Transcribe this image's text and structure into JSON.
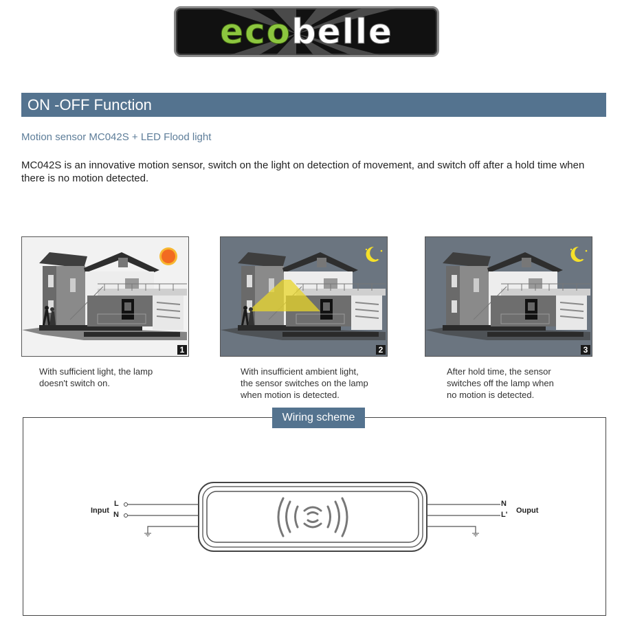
{
  "logo": {
    "part1": "eco",
    "part2": "belle"
  },
  "section": {
    "title": "ON -OFF Function"
  },
  "subtitle": "Motion sensor MC042S + LED Flood light",
  "description": "MC042S is an innovative motion sensor, switch on the light on detection of movement, and switch off after a hold time when there is no motion detected.",
  "panels": [
    {
      "number": "1",
      "scene": "day",
      "icon": "sun-icon",
      "caption_lines": [
        "With sufficient light, the lamp",
        "doesn't switch on."
      ]
    },
    {
      "number": "2",
      "scene": "night",
      "icon": "moon-icon",
      "caption_lines": [
        "With insufficient ambient light,",
        "the sensor switches on the lamp",
        "when motion is detected."
      ]
    },
    {
      "number": "3",
      "scene": "night",
      "icon": "moon-icon",
      "caption_lines": [
        "After hold time, the sensor",
        "switches off the lamp when",
        "no motion is detected."
      ]
    }
  ],
  "wiring": {
    "title": "Wiring scheme",
    "input_label": "Input",
    "input_terminals": [
      "L",
      "N"
    ],
    "output_label": "Ouput",
    "output_terminals": [
      "N",
      "L'"
    ],
    "device_icon": "motion-wave-icon",
    "ground_icon": "ground-icon"
  },
  "colors": {
    "accent": "#54738f",
    "subtitle": "#5d7d99",
    "logo_green": "#8cc63f",
    "night_bg": "#6b7580",
    "beam": "#e8d52a"
  }
}
